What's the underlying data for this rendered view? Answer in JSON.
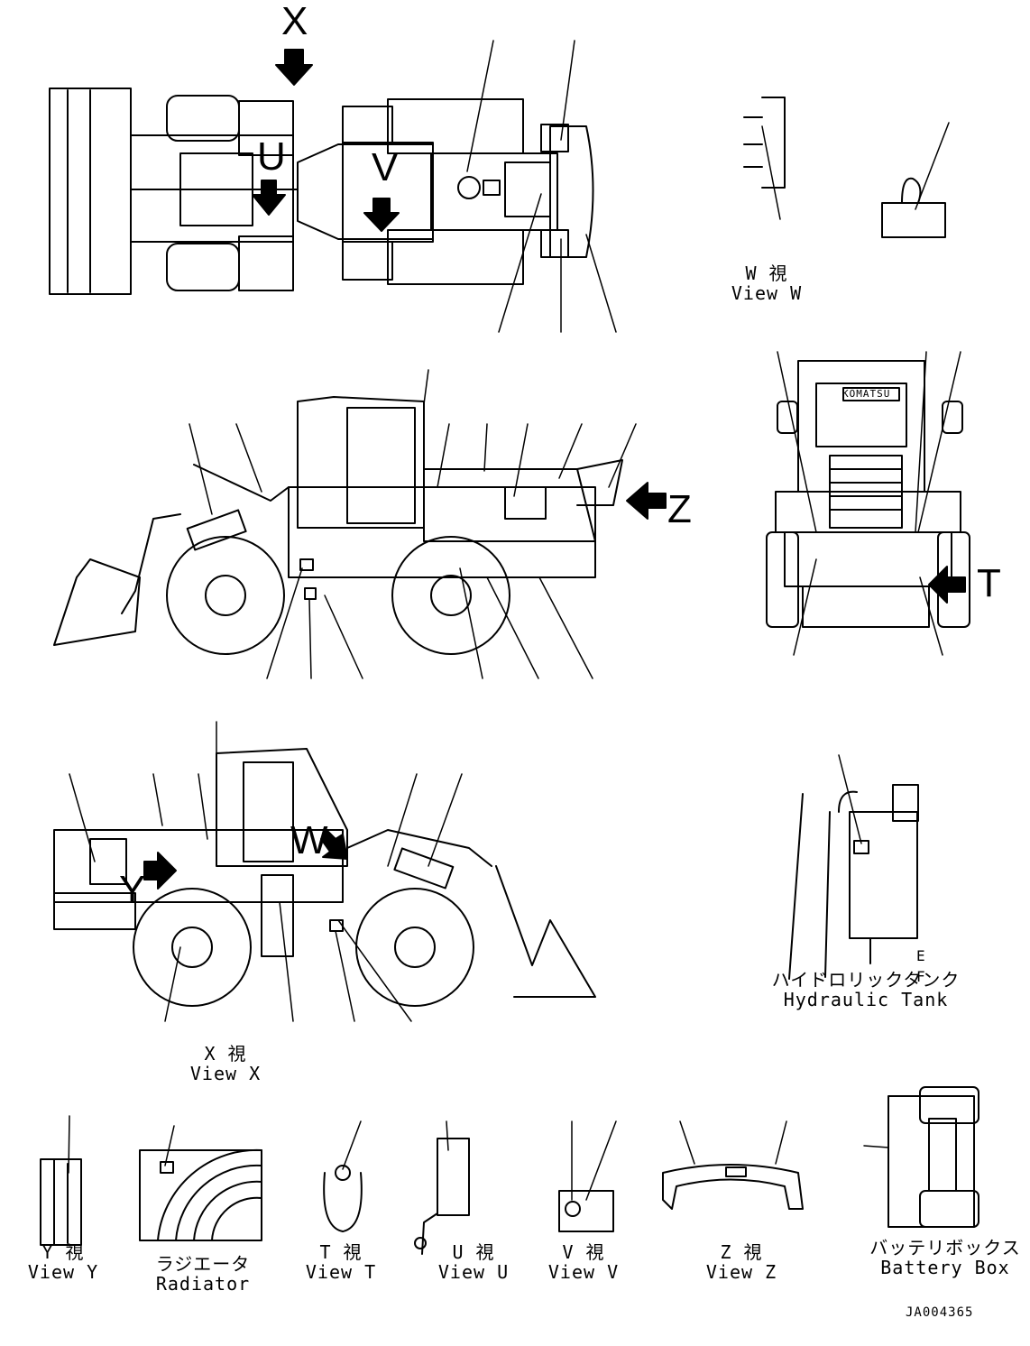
{
  "drawing_code": "JA004365",
  "view_letters": {
    "x": "X",
    "u": "U",
    "v": "V",
    "z": "Z",
    "t": "T",
    "w": "W",
    "y": "Y"
  },
  "badge": "KOMATSU",
  "tank_marks": [
    "E",
    "F"
  ],
  "captions": {
    "view_w": {
      "jp": "W 視",
      "en": "View W"
    },
    "view_x": {
      "jp": "X 視",
      "en": "View X"
    },
    "hydraulic": {
      "jp": "ハイドロリックタンク",
      "en": "Hydraulic Tank"
    },
    "view_y": {
      "jp": "Y 視",
      "en": "View Y"
    },
    "radiator": {
      "jp": "ラジエータ",
      "en": "Radiator"
    },
    "view_t": {
      "jp": "T 視",
      "en": "View T"
    },
    "view_u": {
      "jp": "U 視",
      "en": "View U"
    },
    "view_v": {
      "jp": "V 視",
      "en": "View V"
    },
    "view_z": {
      "jp": "Z 視",
      "en": "View Z"
    },
    "battery": {
      "jp": "バッテリボックス",
      "en": "Battery Box"
    }
  }
}
